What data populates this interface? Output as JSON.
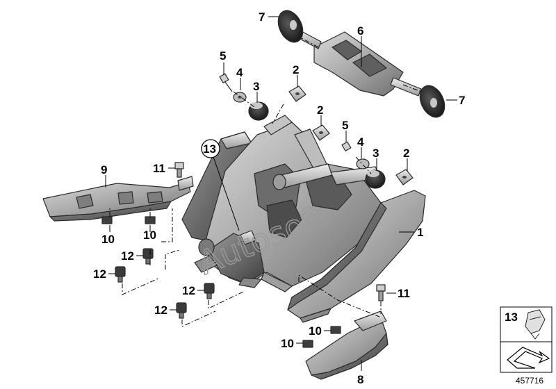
{
  "diagram": {
    "watermark": "Autosoft",
    "reference_number": "457716",
    "legend_box_label": "13",
    "callouts": [
      {
        "id": "c-7a",
        "text": "7"
      },
      {
        "id": "c-6",
        "text": "6"
      },
      {
        "id": "c-7b",
        "text": "7"
      },
      {
        "id": "c-5a",
        "text": "5"
      },
      {
        "id": "c-4a",
        "text": "4"
      },
      {
        "id": "c-3a",
        "text": "3"
      },
      {
        "id": "c-2a",
        "text": "2"
      },
      {
        "id": "c-2b",
        "text": "2"
      },
      {
        "id": "c-5b",
        "text": "5"
      },
      {
        "id": "c-4b",
        "text": "4"
      },
      {
        "id": "c-3b",
        "text": "3"
      },
      {
        "id": "c-2c",
        "text": "2"
      },
      {
        "id": "c-13",
        "text": "13"
      },
      {
        "id": "c-9",
        "text": "9"
      },
      {
        "id": "c-11a",
        "text": "11"
      },
      {
        "id": "c-10a",
        "text": "10"
      },
      {
        "id": "c-10b",
        "text": "10"
      },
      {
        "id": "c-12a",
        "text": "12"
      },
      {
        "id": "c-12b",
        "text": "12"
      },
      {
        "id": "c-12c",
        "text": "12"
      },
      {
        "id": "c-12d",
        "text": "12"
      },
      {
        "id": "c-1",
        "text": "1"
      },
      {
        "id": "c-11b",
        "text": "11"
      },
      {
        "id": "c-10c",
        "text": "10"
      },
      {
        "id": "c-10d",
        "text": "10"
      },
      {
        "id": "c-8",
        "text": "8"
      }
    ]
  }
}
